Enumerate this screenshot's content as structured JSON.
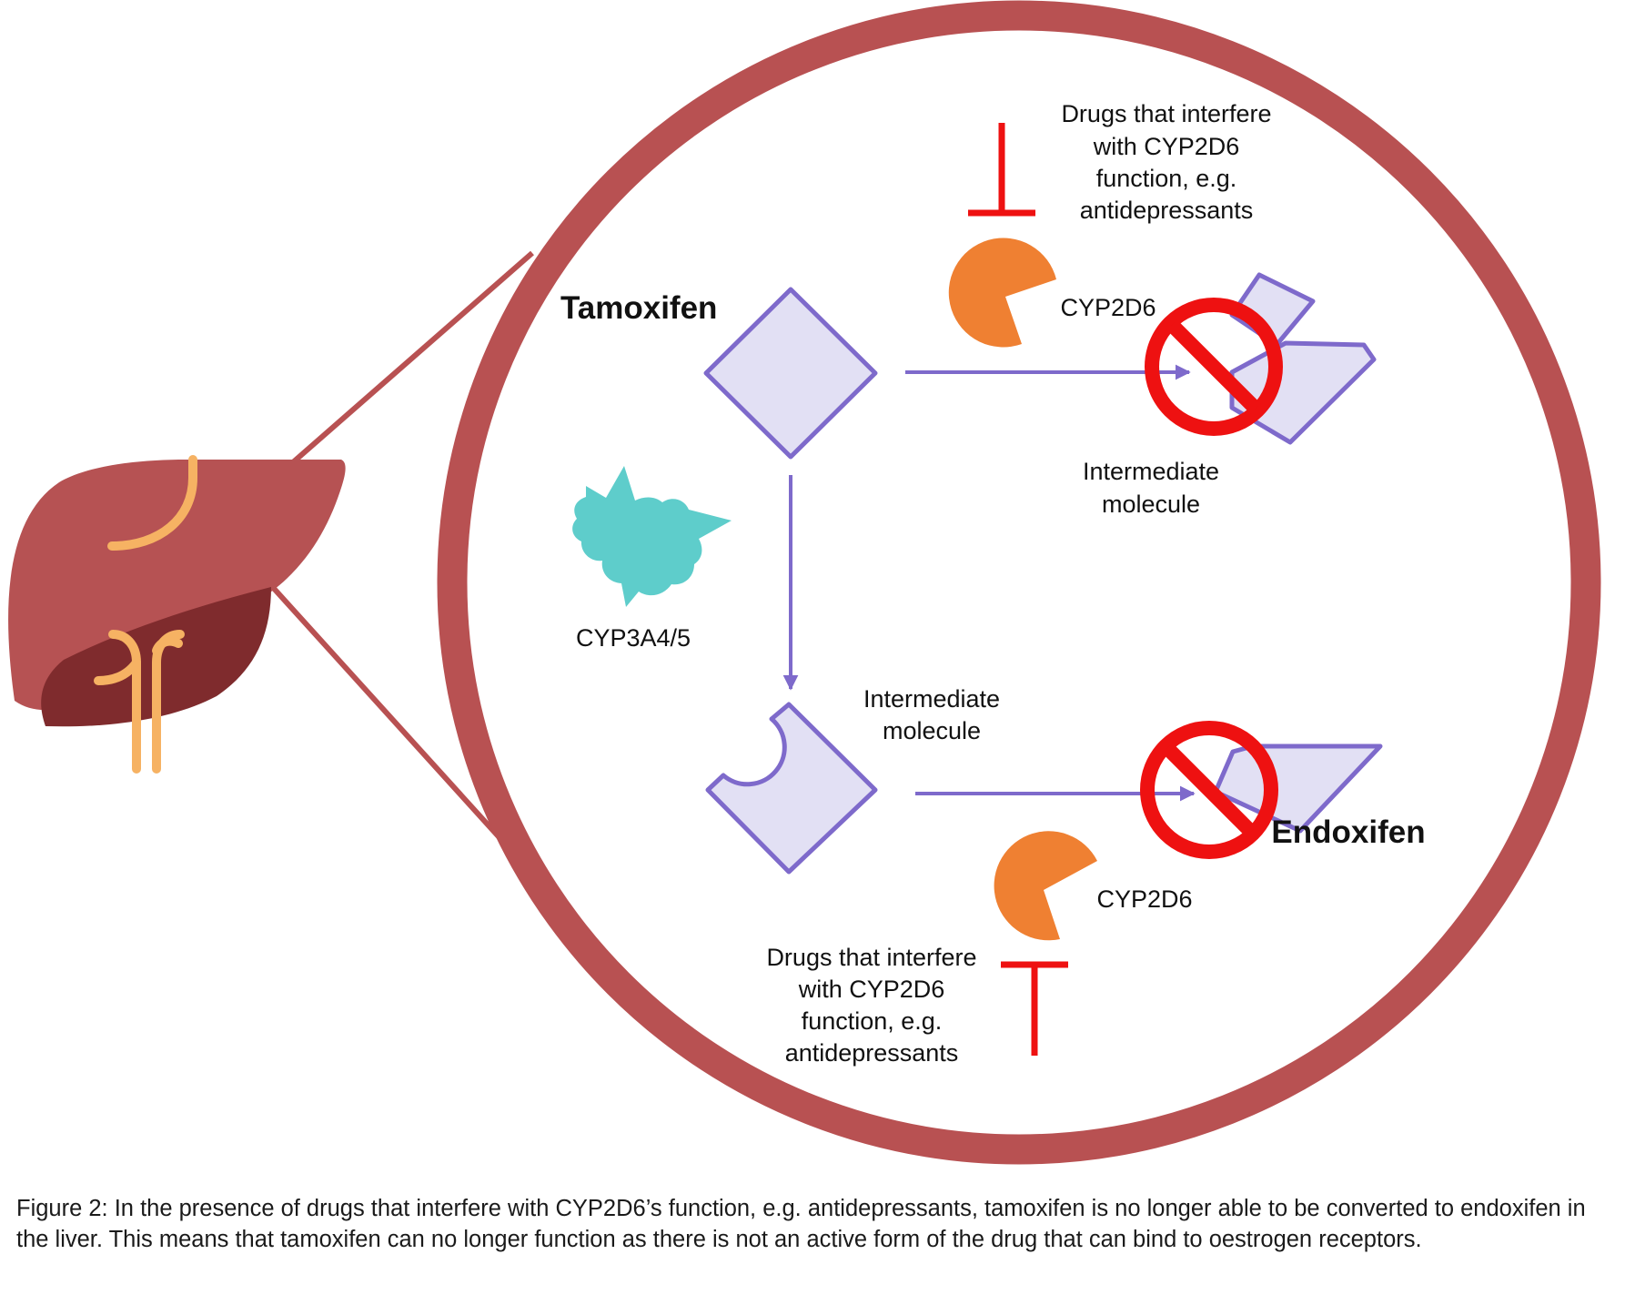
{
  "labels": {
    "tamoxifen": "Tamoxifen",
    "endoxifen": "Endoxifen",
    "cyp3a45": "CYP3A4/5",
    "cyp2d6_top": "CYP2D6",
    "cyp2d6_bottom": "CYP2D6",
    "intermediate_top": [
      "Intermediate",
      "molecule"
    ],
    "intermediate_mid": [
      "Intermediate",
      "molecule"
    ],
    "inhibitor_top": [
      "Drugs that interfere",
      "with CYP2D6",
      "function, e.g.",
      "antidepressants"
    ],
    "inhibitor_bottom": [
      "Drugs that interfere",
      "with CYP2D6",
      "function, e.g.",
      "antidepressants"
    ]
  },
  "caption": "Figure 2: In the presence of drugs that interfere with CYP2D6’s function, e.g. antidepressants, tamoxifen is no longer able to be converted to endoxifen in the liver. This means that tamoxifen can no longer function as there is not an active form of the drug that can bind to oestrogen receptors.",
  "colors": {
    "ring": "#b85152",
    "liver": "#b65253",
    "liver_dark": "#7f2b2d",
    "liver_vessel": "#f6b263",
    "molecule_fill": "#e2e0f4",
    "molecule_stroke": "#7e6acb",
    "arrow": "#7e6acb",
    "enzyme_cyp2d6": "#ef8032",
    "enzyme_cyp3a45": "#5ecdcb",
    "inhibitor": "#ee1111",
    "no_sign": "#ee1111"
  },
  "icons": {
    "organ": "liver-icon",
    "blocked": "prohibition-sign-icon",
    "inhibition": "inhibition-bar-icon"
  }
}
